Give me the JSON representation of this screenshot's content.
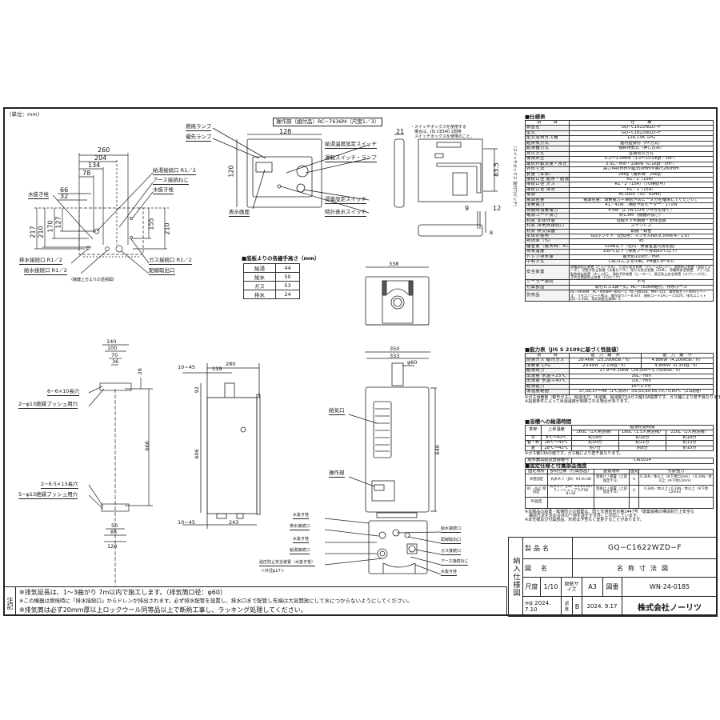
{
  "unit_label": "（単位：mm）",
  "top_view": {
    "caption": "（機器上方よりの透視図）",
    "dims_horizontal": [
      "260",
      "204",
      "134",
      "78",
      "66",
      "32"
    ],
    "dims_vertical_left": [
      "217",
      "210",
      "170",
      "127"
    ],
    "dims_vertical_right": [
      "155",
      "210"
    ],
    "labels": {
      "hot_outlet": "給湯接続口 R1／2",
      "earth_screw": "アース接続ねじ",
      "drain_plug_right": "水抜き栓",
      "drain_plug_left": "水抜き栓",
      "drain_outlet": "排水接続口 R1／2",
      "water_inlet": "給水接続口 R1／2",
      "gas_inlet": "ガス接続口 R1／2",
      "wiring_outlet": "配線取出口"
    }
  },
  "remote": {
    "title": "操作部（組付品）RC−7636M（尺度1／3）",
    "width": "128",
    "height": "120",
    "depth": "21",
    "labels": {
      "burn_lamp": "燃焼ランプ",
      "priority_lamp": "優先ランプ",
      "temp_switch": "給湯温度設定スイッチ",
      "run_switch": "運転スイッチ・ランプ",
      "volume_switch": "湯量設定スイッチ",
      "clock_switch": "時計表示スイッチ",
      "display": "表示画面"
    },
    "switchbox_note": [
      "・スイッチボックスを使用する",
      "　場合は、JIS C8340 1個用",
      "　スイッチボックスを使用のこと。"
    ],
    "switchbox_dims": [
      "83.5",
      "9",
      "12",
      "8"
    ],
    "switchbox_pitch_label": "（スイッチボックス 取付穴ピッチ）"
  },
  "floor_heights": {
    "title": "■底板よりの各継手高さ（mm）",
    "rows": [
      {
        "name": "給湯",
        "value": "44"
      },
      {
        "name": "給水",
        "value": "50"
      },
      {
        "name": "ガス",
        "value": "53"
      },
      {
        "name": "排水",
        "value": "24"
      }
    ]
  },
  "bracket": {
    "dims_top": [
      "140",
      "100",
      "70",
      "36"
    ],
    "dims_bottom": [
      "50",
      "85",
      "120"
    ],
    "dim_26": "26",
    "dim_666": "666",
    "labels": [
      "6−6×10長穴",
      "2−φ13絶縁ブッシュ用穴",
      "2−6.5×13長穴",
      "5−φ13絶縁ブッシュ用穴"
    ]
  },
  "side_view": {
    "dims": [
      "280",
      "10~45",
      "119",
      "92",
      "606",
      "10~45",
      "243"
    ]
  },
  "front_view": {
    "dims": [
      "338",
      "350",
      "333",
      "φ60",
      "640"
    ],
    "labels": {
      "air_intake": "給気口",
      "control": "操作部"
    }
  },
  "bottom_view": {
    "labels_left": [
      "水抜き栓",
      "排水接続口",
      "水抜き栓",
      "給湯接続口",
      "過圧防止安全装置（水抜き栓）",
      "＜外径φ17＞"
    ],
    "labels_right": [
      "給水接続口",
      "配線取出口",
      "ガス接続口",
      "アース接続ねじ",
      "水抜き栓"
    ]
  },
  "spec": {
    "title": "■仕様表",
    "header": [
      "項　　　目",
      "仕　　　様"
    ],
    "rows": [
      [
        "製品名",
        "GQ−C1622WZD−F"
      ],
      [
        "型式",
        "GQ−C1622WZD−F"
      ],
      [
        "型式適用ガス種",
        "12A,13A, LPG"
      ],
      [
        "給排気方式",
        "屋内壁掛形（FF方式）"
      ],
      [
        "給湯器方式",
        "強制排気式（押し込み）"
      ],
      [
        "点火方式",
        "直接点火方式"
      ],
      [
        "使用水圧",
        "0.1〜1.0MPa（1.0〜10.0kgf／cm²）"
      ],
      [
        "最低作動流量・水圧",
        "3.5L／min・10kPa（0.1kgf／cm²）"
      ],
      [
        "外形寸法",
        "高さ640mm×幅350mm×奥行280mm"
      ],
      [
        "質量（本体）",
        "28kg（満水時：29kg）"
      ],
      [
        "接続口径 給水・給湯",
        "R1／2（15A）"
      ],
      [
        "接続口径 ガス",
        "R1／2（15A）（TU接続可）"
      ],
      [
        "接続口径 排水",
        "R1／2（15A）"
      ],
      [
        "電源",
        "AC100V（50／60Hz）"
      ],
      [
        "電源容量",
        "電源容量：消費電力＋凍結予防ヒータ分を確保してください。"
      ],
      [
        "消費電力",
        "41／41W　凍結予防ヒーター：171W"
      ],
      [
        "待機時消費電力",
        "4.4W（2.7W COセンサ分を除く）"
      ],
      [
        "電源コード長さ",
        "約1.8m（機器外長さ）"
      ],
      [
        "材質 本体外装",
        "溶融メッキ鋼板・粉体塗装"
      ],
      [
        "材質 排気筒接続口",
        "ステンレス"
      ],
      [
        "材質 熱交換器",
        "銅板・銅管"
      ],
      [
        "本体外装色",
        "GQホワイト（近似色：マンセルNo.9.3YR8.4／1.0）"
      ],
      [
        "熱効率（%）",
        "95"
      ],
      [
        "騒音量（最大時：Aレンジ）",
        "52dB以下（社内：無響室室内測定値）"
      ],
      [
        "排気温度",
        "100℃以下（排気フード排出65℃以下）"
      ],
      [
        "ドレン排水量",
        "最大約100cc／min"
      ],
      [
        "中和方式",
        "CaCO₃による中和、PH値5.8〜8.0"
      ],
      [
        "安全装置",
        "過電流防止装置（ヒューズ式）、立消え安全装置（フレームロッド）、過熱防止装置（温度ヒューズ）、空焚き防止装置（水量センサ）、残り火安全装置（ZHR）、停電時安全装置、ファン回転数検出装置（ホールIC）、凍結予防装置（ヒーター）、過圧防止安全装置（スプリング式）、不完全燃焼防止装置（COセンサ）"
      ],
      [
        "ソーラー接続",
        "不可"
      ],
      [
        "付属部品",
        "取付ビス1袋一式、RC−7636M組付、排水ホース"
      ],
      [
        "別売品",
        "RC−9008M、RC−9008M−NAU−3、RC−8002B、MH−151、通信線セットNAUシリーズ、リモコンコードMLS、操作部カバーB SET、連結コード2Aシール式2A、排気ユニット QU−1 20A、排気筒壁金具BK−1"
      ]
    ]
  },
  "capacity": {
    "title": "■能力表（JIS S 2109に基づく性能値）",
    "header": [
      "項　　　目",
      "能　力　最　大",
      "能　力　最　小"
    ],
    "rows": [
      [
        "燃焼ガス 都市ガス",
        "29.4kW（25,300kcal／h）",
        "4.88kW（4,200kcal／h）"
      ],
      [
        "消費量 LPG",
        "29.4kW（2.10kg／h）",
        "4.88kW（0.35kg／h）"
      ],
      [
        "給湯出力",
        "27.9〜4.35kW（24,000〜3,750kcal／h）",
        ""
      ],
      [
        "出湯量 水温＋25℃",
        "16L／min",
        ""
      ],
      [
        "出湯量 水温＋40℃",
        "10L／min",
        ""
      ],
      [
        "給湯能力",
        "16〜2.5号",
        ""
      ],
      [
        "湯温度範囲",
        "37,38,37〜48（1℃刻み）,50,55,60,65,70,75,80℃（21段階）",
        ""
      ]
    ],
    "note": [
      "※ガス消費量（都市ガス）、給湯出力、出湯量、給湯能力はガス種13A換算です。ガス種により若干異なります。",
      "※設置条件によって出湯温度が制限される場合があります。"
    ]
  },
  "bath_fill": {
    "title": "■浴槽への給湯時間",
    "header": [
      "季節",
      "上昇温度",
      "給湯所要時間"
    ],
    "subheader": [
      "160L（1人用浴槽）",
      "180L（1.5人用浴槽）",
      "210L（2人用浴槽）"
    ],
    "rows": [
      [
        "冬",
        "8℃〜43℃",
        "約14分",
        "約16分",
        "約18分"
      ],
      [
        "春・秋",
        "18℃〜43℃",
        "約10分",
        "約11分",
        "約13分"
      ],
      [
        "夏",
        "28℃〜43℃",
        "約7分",
        "約8分",
        "約10分"
      ]
    ],
    "note": "※ガス種13Aの値です。ガス種により若干異なります。",
    "cert_label": "給水器具認証登録番号",
    "cert_value": "CW1014"
  },
  "mounting": {
    "title": "■固定仕様と付属部品強度",
    "header": [
      "固定場所",
      "部材仕様（付属部品）",
      "設置場所",
      "固定本数",
      "引抜強力"
    ],
    "rows": [
      [
        "木壁固定",
        "丸木ネジ（JIS）#4.8×38",
        "壁掛け / 据置（上部固定する）",
        "4",
        "0.3kN／本以上（※下地15mm） / 0.2kN／本以上（※下地12mm）"
      ],
      [
        "RC・ALC 壁固定",
        "丸木ネジ（JIS）#4.8×38 / フィッシャープラグSX 8×30",
        "壁掛け / 据置（上部固定する）",
        "4",
        "0.3kN／本以上 / 0.2kN／本以上（※下地12mm）"
      ],
      [
        "PS固定",
        "",
        "",
        "",
        ""
      ]
    ],
    "notes": [
      "※本製品の設置・転倒防止の措置は、国土交通省告示第1447号「建築設備の構造耐力上安全な",
      "　構造方法を定める件の一部を改正する件」に対応しています。",
      "※本仕様及び付属部品、形状は予告なく変更することがあります。"
    ]
  },
  "notes": {
    "label": "注記",
    "lines": [
      "※排気延長は、1〜3曲がり 7m以内で施工します。（排気筒口径：φ60）",
      "※この機器は燃焼時に「排水接続口」からドレンが排出されます。必ず排水配管を設置し、排水口まで配管し先端は大気開放にして水につからないようにしてください。",
      "※排気筒は必ず20mm厚以上ロックウール同等品以上で断熱工事し、ラッキング処理してください。"
    ]
  },
  "title_block": {
    "side_label": "納入仕様図",
    "product_label": "製品名",
    "product_value": "GQ−C1622WZD−F",
    "drawing_label": "図名",
    "drawing_value": "名称寸法図",
    "scale_label": "尺度",
    "scale_value": "1/10",
    "paper_label": "原紙サイズ",
    "paper_value": "A3",
    "number_label": "図番",
    "number_value": "WN-24-0185",
    "created_label": "作成",
    "created_value": "2024. 7.10",
    "revised_label": "調整",
    "revision": "B",
    "revised_value": "2024. 9.17",
    "company": "株式会社ノーリツ"
  }
}
